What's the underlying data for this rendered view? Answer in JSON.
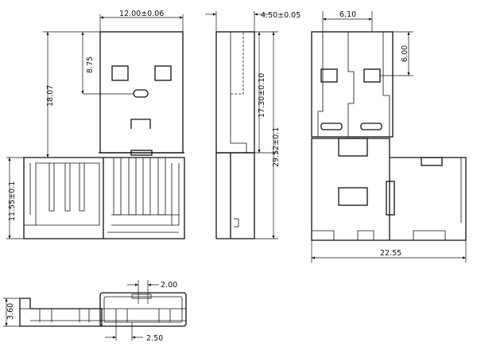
{
  "dimensions": {
    "front_width": "12.00±0.06",
    "pin_offset": "8.75",
    "front_height": "18.07",
    "base_height": "11.55±0.1",
    "side_width": "4.50±0.05",
    "side_tongue": "17.30±0.10",
    "side_total": "29.52±0.1",
    "top_width": "6.10",
    "top_depth": "6.00",
    "top_total": "22.55",
    "bottom_small": "2.00",
    "bottom_height": "3.60",
    "bottom_pitch": "2.50"
  }
}
